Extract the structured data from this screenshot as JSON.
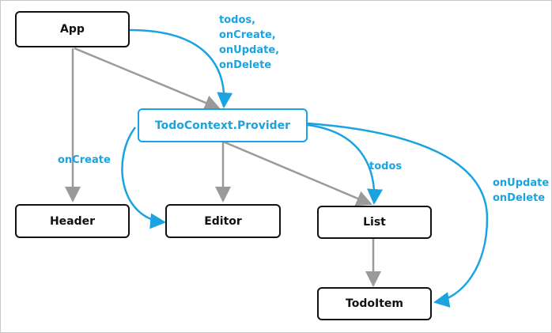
{
  "colors": {
    "context": "#1aa3e0",
    "tree": "#9a9a9a",
    "node_border": "#111111"
  },
  "nodes": {
    "app": "App",
    "provider": "TodoContext.Provider",
    "header": "Header",
    "editor": "Editor",
    "list": "List",
    "todoitem": "TodoItem"
  },
  "labels": {
    "app_to_provider": [
      "todos,",
      "onCreate,",
      "onUpdate,",
      "onDelete"
    ],
    "provider_to_editor": "onCreate",
    "provider_to_list": "todos",
    "provider_to_todoitem": [
      "onUpdate",
      "onDelete"
    ]
  }
}
